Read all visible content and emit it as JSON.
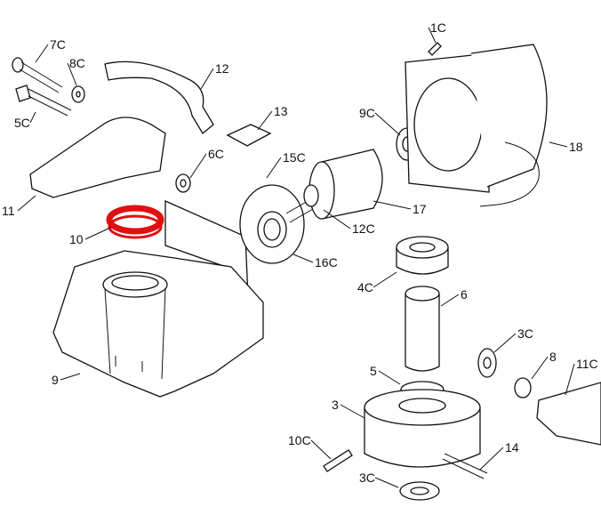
{
  "diagram": {
    "highlight_color": "#e01010",
    "highlighted_part": "10",
    "callouts": [
      "7C",
      "8C",
      "5C",
      "12",
      "13",
      "11",
      "6C",
      "10",
      "9",
      "1C",
      "9C",
      "18",
      "15C",
      "17",
      "12C",
      "16C",
      "4C",
      "6",
      "3C",
      "5",
      "8",
      "11C",
      "3",
      "10C",
      "14",
      "3C"
    ]
  }
}
